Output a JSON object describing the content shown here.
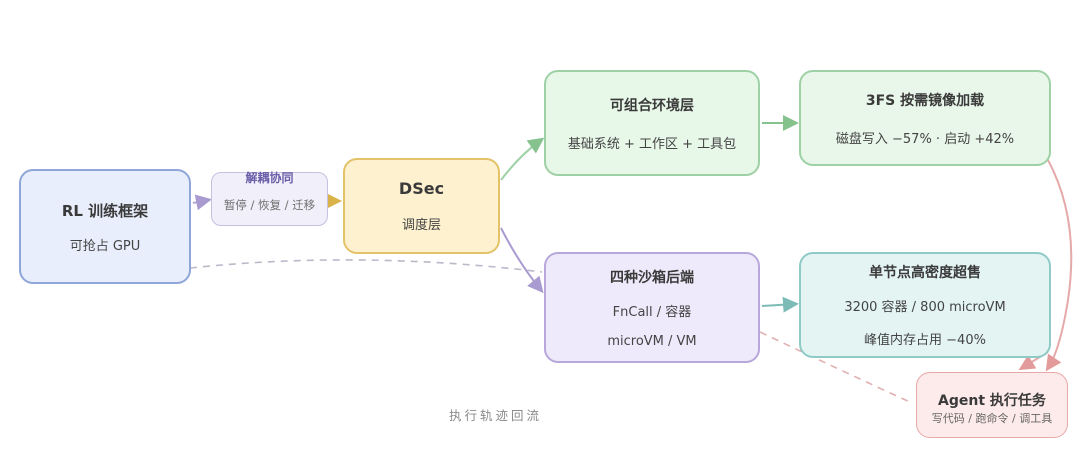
{
  "nodes": {
    "rl": {
      "title": "RL 训练框架",
      "sub": "可抢占 GPU"
    },
    "decouple": {
      "title": "解耦协同",
      "sub": "暂停 / 恢复 / 迁移"
    },
    "dsec": {
      "title": "DSec",
      "sub": "调度层"
    },
    "env": {
      "title": "可组合环境层",
      "sub": "基础系统 + 工作区 + 工具包"
    },
    "sandbox": {
      "title": "四种沙箱后端",
      "sub1": "FnCall / 容器",
      "sub2": "microVM / VM"
    },
    "fs3": {
      "title": "3FS 按需镜像加载",
      "sub": "磁盘写入 −57% · 启动 +42%"
    },
    "oversell": {
      "title": "单节点高密度超售",
      "sub1": "3200 容器 / 800 microVM",
      "sub2": "峰值内存占用 −40%"
    },
    "agent": {
      "title": "Agent 执行任务",
      "sub": "写代码 / 跑命令 / 调工具"
    }
  },
  "edges": {
    "replay_label": "执行轨迹回流"
  },
  "colors": {
    "blue": "#8fa6d8",
    "purple": "#b7a7da",
    "yellow": "#e3c268",
    "green": "#9fd1a6",
    "teal": "#8fcac6",
    "red": "#e6a9a9"
  }
}
